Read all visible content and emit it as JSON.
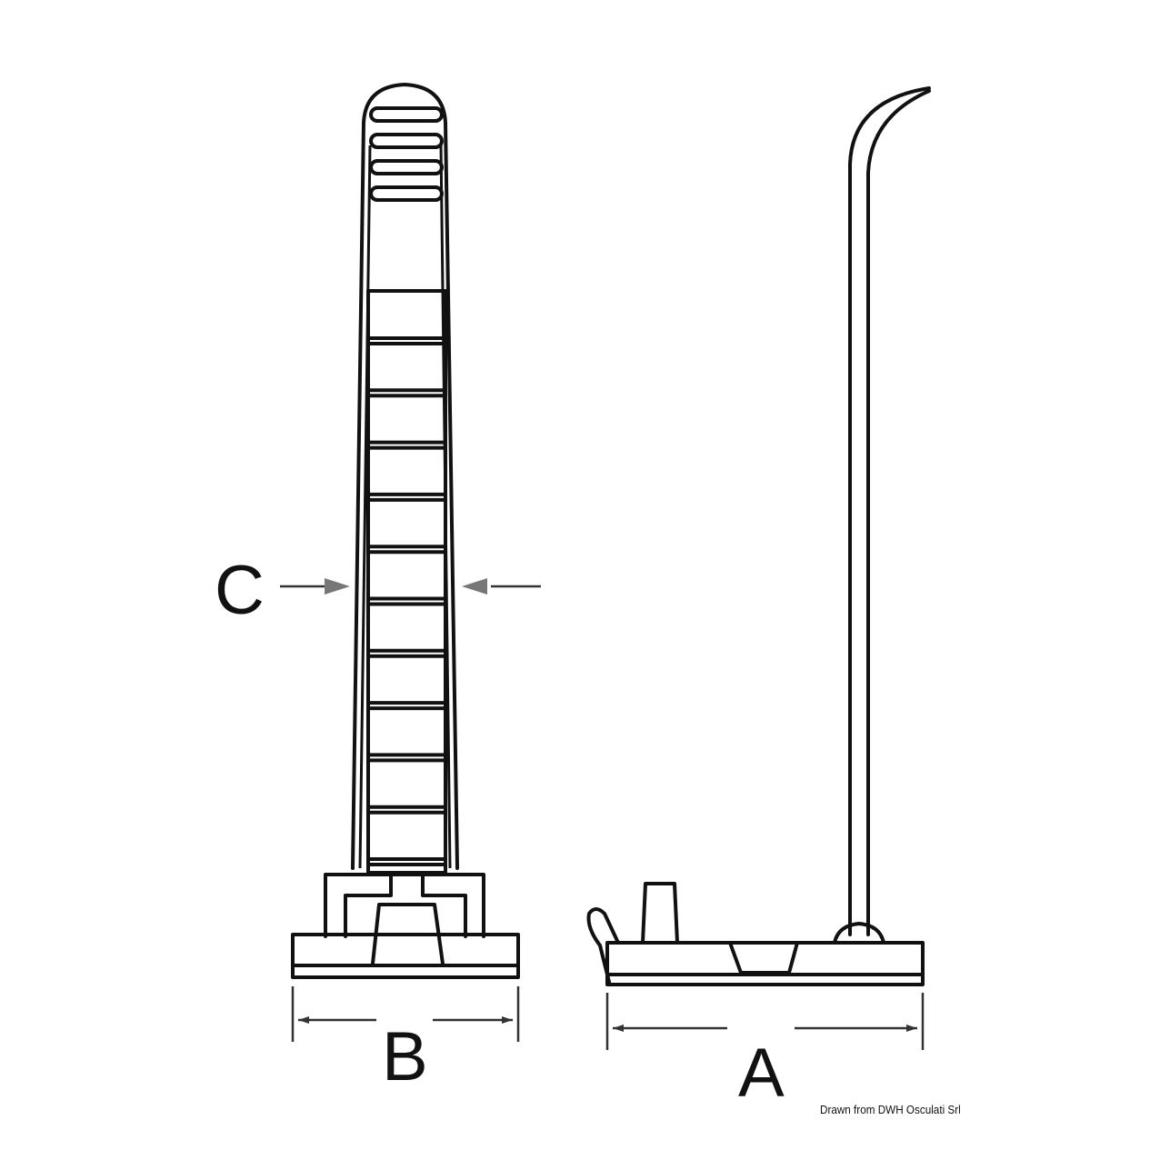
{
  "labels": {
    "a": "A",
    "b": "B",
    "c": "C"
  },
  "credit": "Drawn from DWH Osculati Srl",
  "colors": {
    "line": "#111111",
    "background": "#ffffff"
  }
}
